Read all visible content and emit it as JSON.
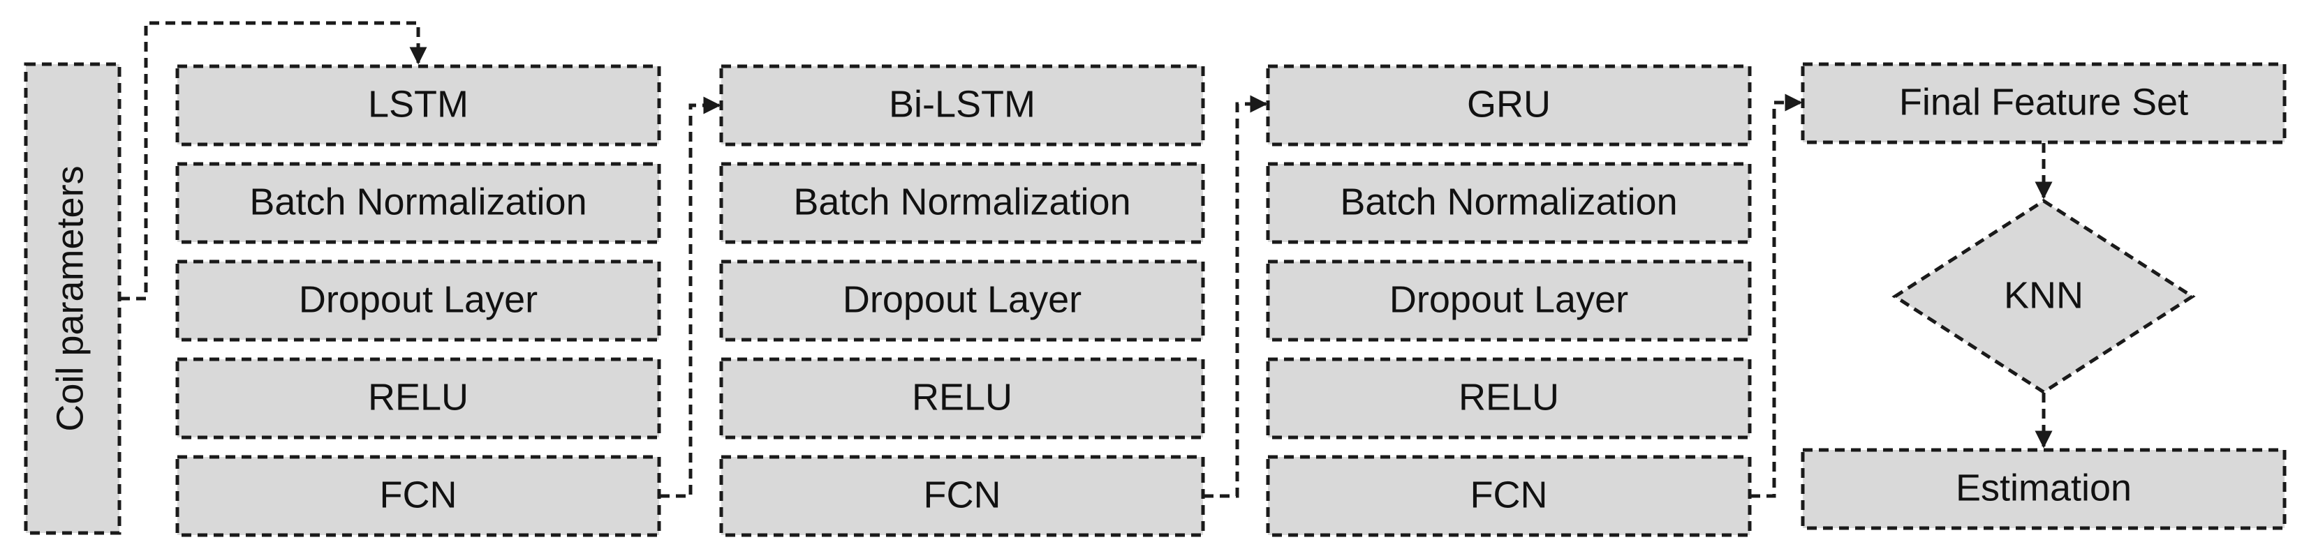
{
  "diagram": {
    "input": {
      "label": "Coil parameters"
    },
    "columns": [
      {
        "id": "lstm",
        "layers": [
          "LSTM",
          "Batch Normalization",
          "Dropout Layer",
          "RELU",
          "FCN"
        ]
      },
      {
        "id": "bilstm",
        "layers": [
          "Bi-LSTM",
          "Batch Normalization",
          "Dropout Layer",
          "RELU",
          "FCN"
        ]
      },
      {
        "id": "gru",
        "layers": [
          "GRU",
          "Batch Normalization",
          "Dropout Layer",
          "RELU",
          "FCN"
        ]
      }
    ],
    "output": {
      "feature_set": "Final Feature Set",
      "classifier": "KNN",
      "result": "Estimation"
    }
  }
}
